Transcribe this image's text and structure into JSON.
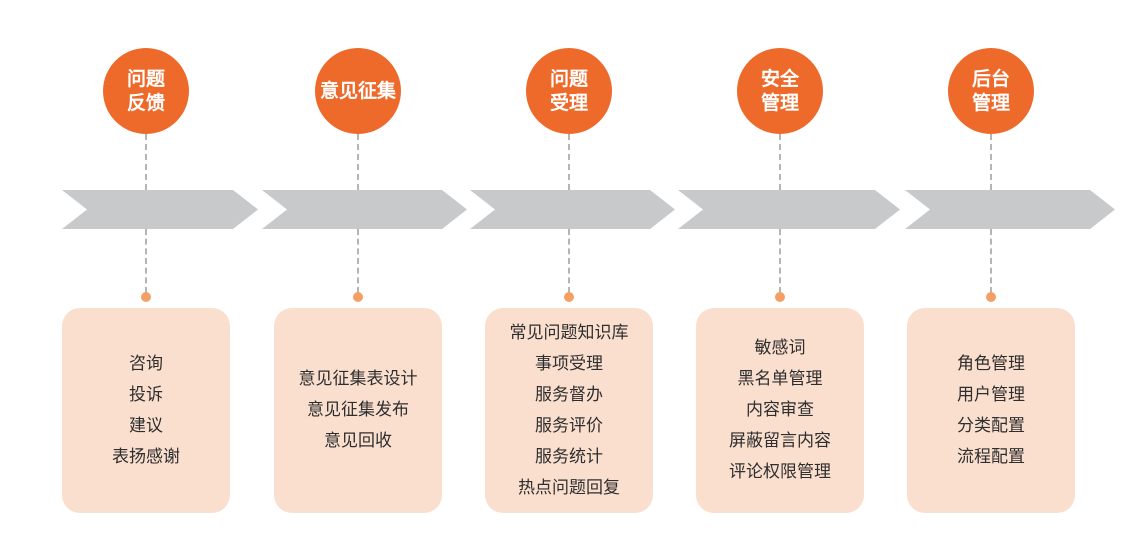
{
  "colors": {
    "circle": "#ee6a2b",
    "box": "#fadfcf",
    "arrow": "#c8c9ca",
    "dot": "#f4a064",
    "connector": "#b5b5b5",
    "text": "#2e2e2e"
  },
  "stages": [
    {
      "title": "问题\n反馈",
      "items": [
        "咨询",
        "投诉",
        "建议",
        "表扬感谢"
      ]
    },
    {
      "title": "意见征集",
      "items": [
        "意见征集表设计",
        "意见征集发布",
        "意见回收"
      ]
    },
    {
      "title": "问题\n受理",
      "items": [
        "常见问题知识库",
        "事项受理",
        "服务督办",
        "服务评价",
        "服务统计",
        "热点问题回复"
      ]
    },
    {
      "title": "安全\n管理",
      "items": [
        "敏感词",
        "黑名单管理",
        "内容审查",
        "屏蔽留言内容",
        "评论权限管理"
      ]
    },
    {
      "title": "后台\n管理",
      "items": [
        "角色管理",
        "用户管理",
        "分类配置",
        "流程配置"
      ]
    }
  ]
}
